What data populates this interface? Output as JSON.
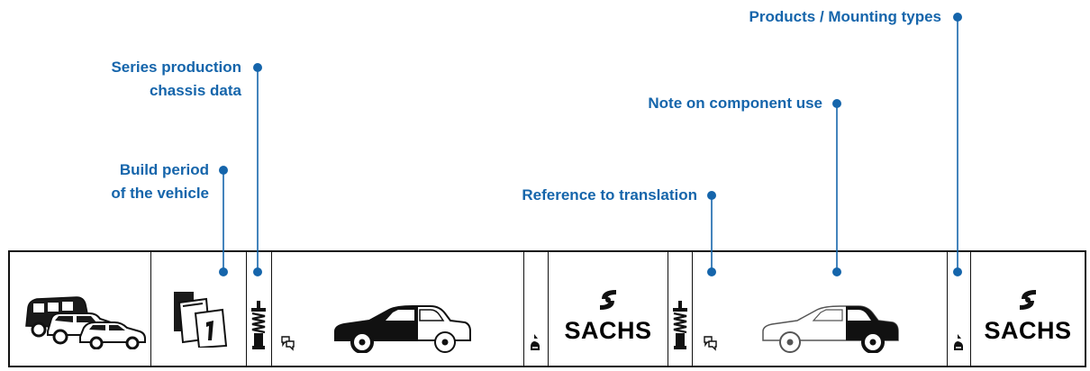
{
  "callouts": {
    "series_production": [
      "Series production",
      "chassis data"
    ],
    "build_period": [
      "Build period",
      "of the vehicle"
    ],
    "reference_translation": "Reference to translation",
    "note_component_use": "Note on component use",
    "products_mounting": "Products / Mounting types"
  },
  "strip": {
    "brand_left": "SACHS",
    "brand_right": "SACHS"
  },
  "colors": {
    "accent": "#1565ab",
    "line": "#111111"
  }
}
